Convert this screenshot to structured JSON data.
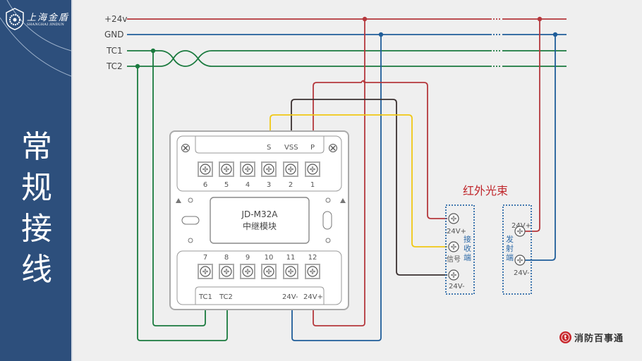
{
  "sidebar": {
    "logo_text": "上海金盾",
    "logo_sub": "SHANGHAI JINDUN",
    "title": "常规接线"
  },
  "bus": {
    "lines": [
      {
        "label": "+24v",
        "color": "#b5373c"
      },
      {
        "label": "GND",
        "color": "#1f5d99"
      },
      {
        "label": "TC1",
        "color": "#1a7a3e"
      },
      {
        "label": "TC2",
        "color": "#1a7a3e"
      }
    ]
  },
  "module": {
    "model": "JD-M32A",
    "name": "中继模块",
    "top_signal_labels": [
      "S",
      "VSS",
      "P"
    ],
    "top_terminals": [
      "6",
      "5",
      "4",
      "3",
      "2",
      "1"
    ],
    "bottom_terminals": [
      "7",
      "8",
      "9",
      "10",
      "11",
      "12"
    ],
    "bottom_labels": {
      "tc1": "TC1",
      "tc2": "TC2",
      "v_minus": "24V-",
      "v_plus": "24V+"
    }
  },
  "beam": {
    "title": "红外光束",
    "receiver": {
      "name": "接收端",
      "terminals": [
        "24V+",
        "信号",
        "24V-"
      ]
    },
    "emitter": {
      "name": "发射端",
      "terminals": [
        "24V+",
        "24V-"
      ]
    }
  },
  "wire_colors": {
    "red": "#b5373c",
    "blue": "#1f5d99",
    "green": "#1a7a3e",
    "yellow": "#f0c814",
    "black": "#3a3030"
  },
  "brand": {
    "text": "消防百事通",
    "icon": "fire-brand-icon"
  }
}
